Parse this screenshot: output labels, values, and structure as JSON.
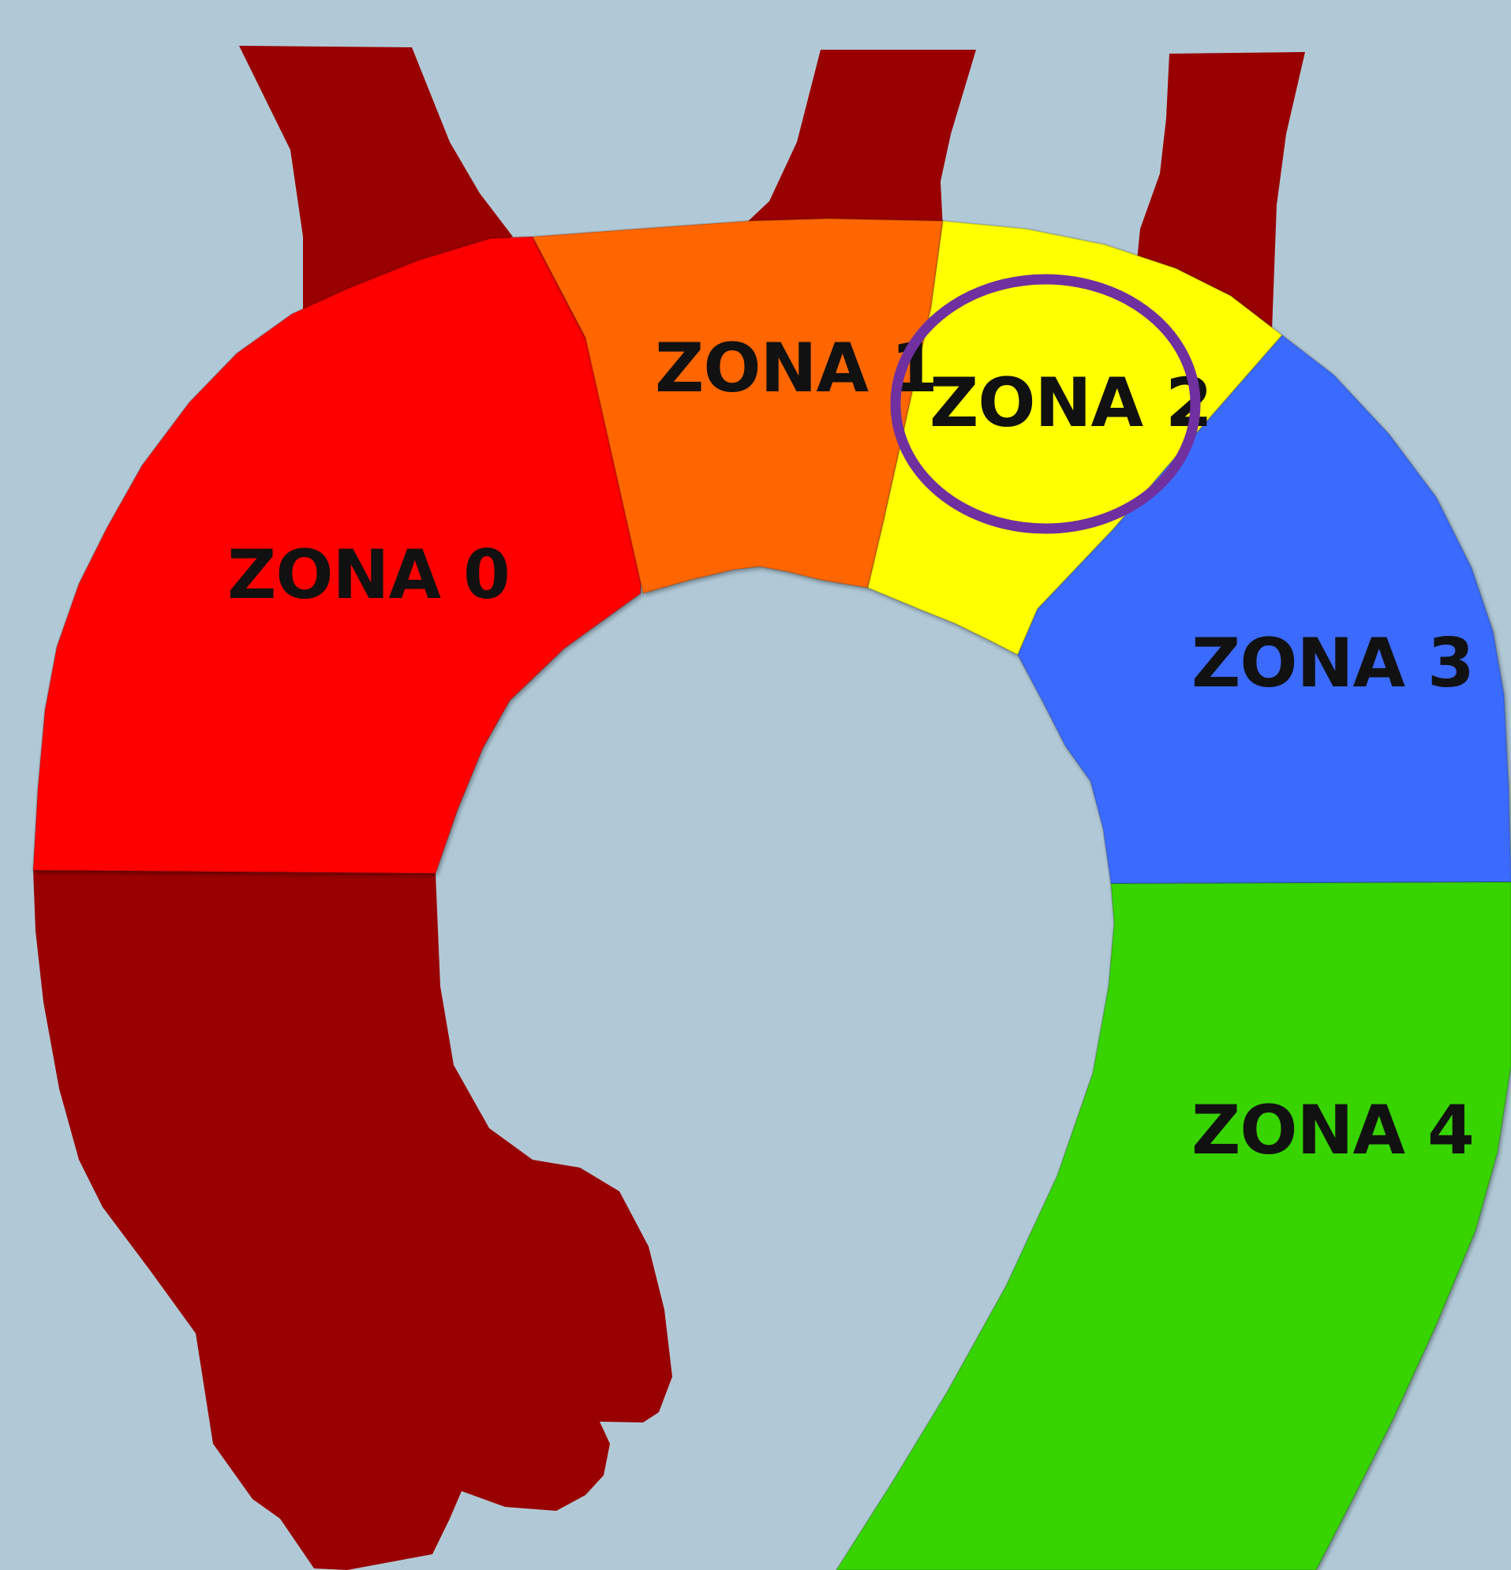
{
  "zones": [
    {
      "label": "ZONA 0",
      "color": "#ff0000"
    },
    {
      "label": "ZONA 1",
      "color": "#ff6600"
    },
    {
      "label": "ZONA 2",
      "color": "#ffff00",
      "highlighted": true
    },
    {
      "label": "ZONA 3",
      "color": "#3a6bff"
    },
    {
      "label": "ZONA 4",
      "color": "#38d400"
    }
  ],
  "colors": {
    "background": "#b1c9d7",
    "vessel": "#990000",
    "highlight_ring": "#7030a0",
    "label_text": "#111111"
  }
}
